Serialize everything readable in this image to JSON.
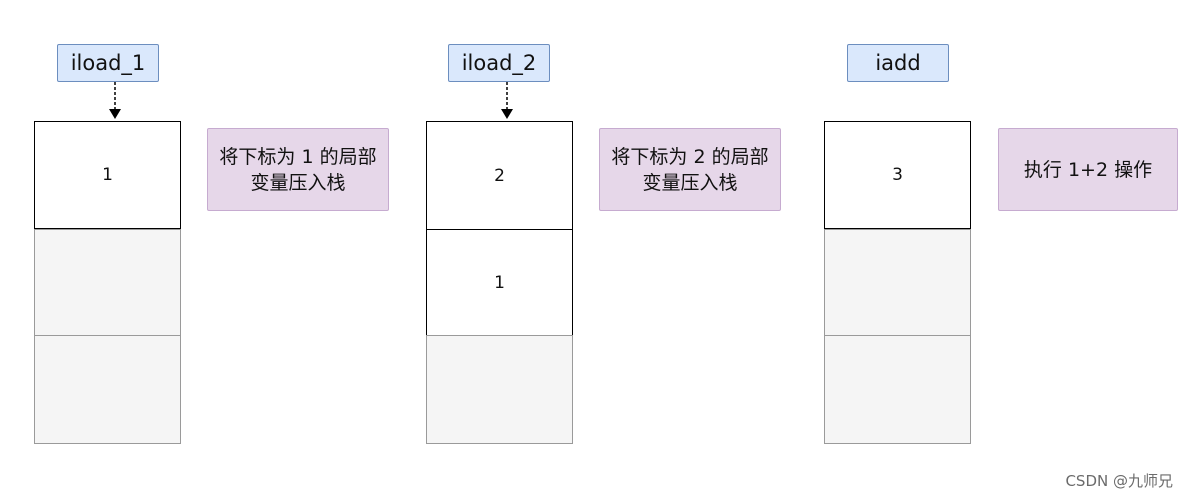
{
  "columns": [
    {
      "instruction": "iload_1",
      "has_arrow": true,
      "cells": [
        "1",
        "",
        ""
      ],
      "note": "将下标为 1 的局部变量压入栈"
    },
    {
      "instruction": "iload_2",
      "has_arrow": true,
      "cells": [
        "2",
        "1",
        ""
      ],
      "note": "将下标为 2 的局部变量压入栈"
    },
    {
      "instruction": "iadd",
      "has_arrow": false,
      "cells": [
        "3",
        "",
        ""
      ],
      "note": "执行 1+2 操作"
    }
  ],
  "watermark": "CSDN @九师兄",
  "colors": {
    "instruction_fill": "#dae8fc",
    "instruction_border": "#6c8ebf",
    "note_fill": "#e6d7e9",
    "note_border": "#c6abd0",
    "empty_cell_fill": "#f5f5f5"
  }
}
